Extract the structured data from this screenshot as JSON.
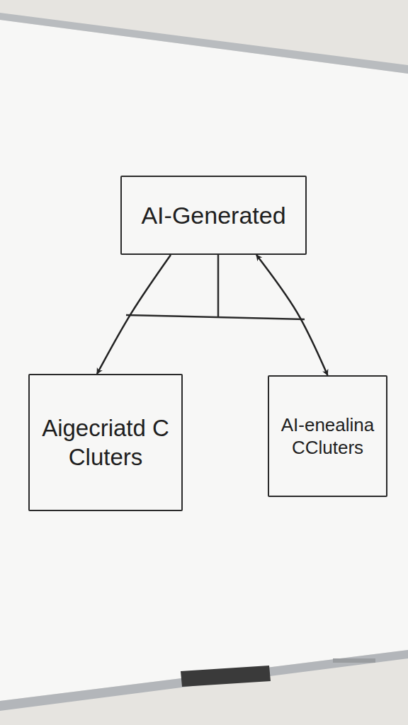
{
  "diagram": {
    "nodes": [
      {
        "text": [
          "AI-Generated"
        ]
      },
      {
        "text": [
          "Aigecriatd C Cluters"
        ]
      },
      {
        "text": [
          "AI-enealina CCluters"
        ]
      }
    ],
    "edges": [
      {
        "from": 0,
        "to": 1,
        "arrow": "to"
      },
      {
        "from": 0,
        "to": 2,
        "arrow": "both"
      }
    ]
  }
}
